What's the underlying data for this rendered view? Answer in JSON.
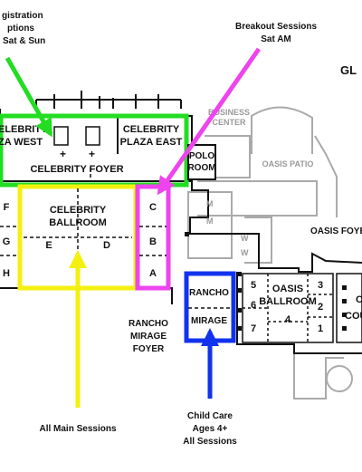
{
  "map_title_partial": "GL",
  "colors": {
    "green": "#22dd22",
    "magenta": "#ee44ee",
    "yellow": "#f3f010",
    "blue": "#1133ee",
    "wall": "#111111",
    "light_wall": "#aaaaaa"
  },
  "callouts": {
    "registration": [
      "gistration",
      "ptions",
      "Sat & Sun"
    ],
    "breakout": [
      "Breakout Sessions",
      "Sat AM"
    ],
    "main_sessions": "All Main Sessions",
    "child_care": [
      "Child Care",
      "Ages 4+",
      "All Sessions"
    ]
  },
  "rooms": {
    "celebrity_plaza_west": [
      "ELEBRITY",
      "ZA WEST"
    ],
    "celebrity_plaza_east": [
      "CELEBRITY",
      "PLAZA EAST"
    ],
    "celebrity_foyer": "CELEBRITY FOYER",
    "polo_room": [
      "POLO",
      "ROOM"
    ],
    "celebrity_ballroom": [
      "CELEBRITY",
      "BALLROOM"
    ],
    "ballroom_sections": [
      "E",
      "D"
    ],
    "left_sections": [
      "F",
      "G",
      "H"
    ],
    "breakout_sections": [
      "C",
      "B",
      "A"
    ],
    "rancho_mirage_foyer": [
      "RANCHO",
      "MIRAGE",
      "FOYER"
    ],
    "rancho": "RANCHO",
    "mirage": "MIRAGE",
    "oasis_ballroom": [
      "OASIS",
      "BALLROOM"
    ],
    "oasis_sections": [
      "5",
      "6",
      "7",
      "4",
      "3",
      "2",
      "1"
    ],
    "oasis_foyer": "OASIS FOYE",
    "business_center": [
      "BUSINESS",
      "CENTER"
    ],
    "oasis_patio": "OASIS PATIO",
    "restroom_m": "M",
    "restroom_w": "W",
    "court_partial": "COU",
    "court_partial_top": "O"
  }
}
